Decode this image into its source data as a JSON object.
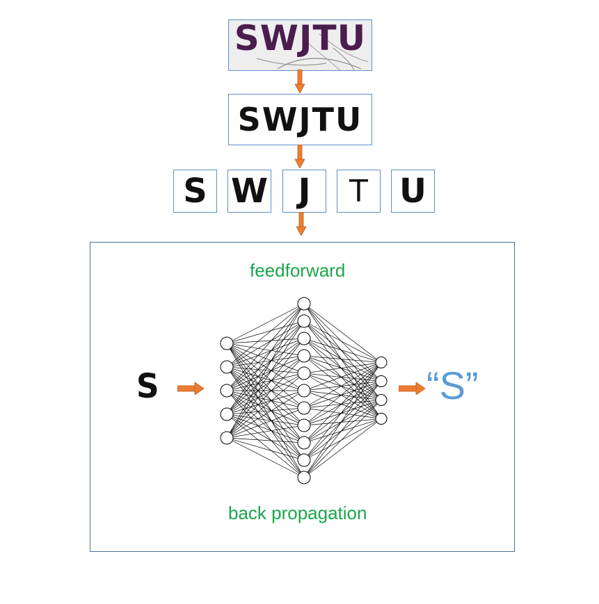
{
  "captcha": {
    "text": "SWJTU"
  },
  "cleaned": {
    "text": "SWJTU"
  },
  "segments": [
    "S",
    "W",
    "J",
    "T",
    "U"
  ],
  "network": {
    "top_label": "feedforward",
    "bottom_label": "back propagation",
    "input_char": "S",
    "output_label": "“S”",
    "layers": [
      5,
      11,
      4
    ]
  },
  "colors": {
    "arrow": "#ed7d31",
    "green": "#1aa64b",
    "blue": "#5b9bd5",
    "box_border": "#5b8fc7"
  }
}
